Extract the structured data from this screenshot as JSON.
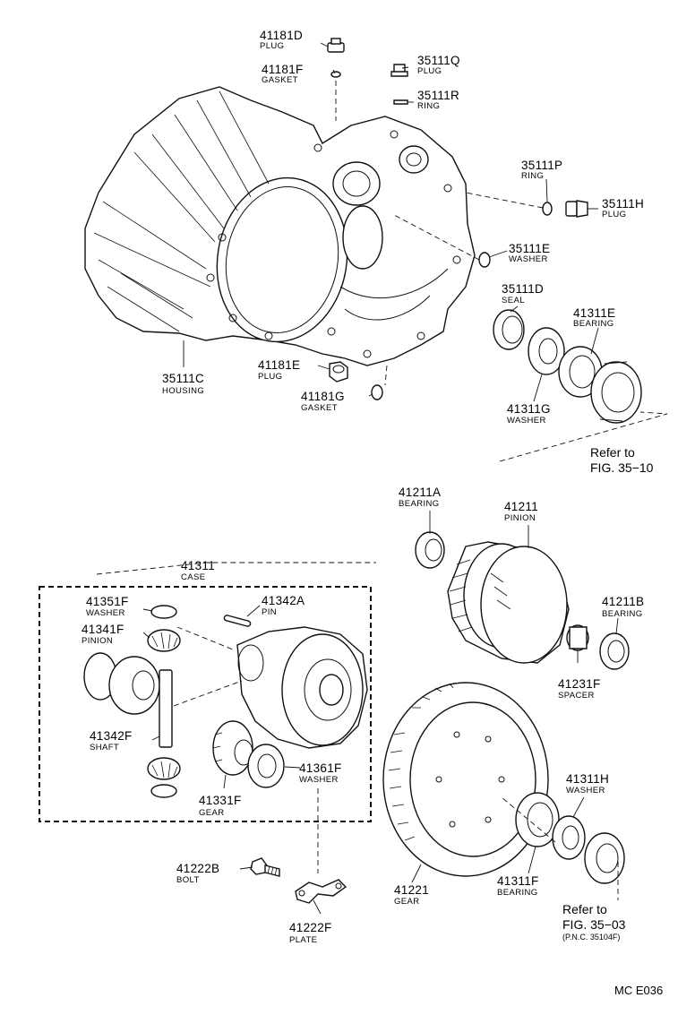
{
  "diagram_code": "MC E036",
  "parts": [
    {
      "part_no": "41181D",
      "name": "PLUG"
    },
    {
      "part_no": "41181F",
      "name": "GASKET"
    },
    {
      "part_no": "35111Q",
      "name": "PLUG"
    },
    {
      "part_no": "35111R",
      "name": "RING"
    },
    {
      "part_no": "35111P",
      "name": "RING"
    },
    {
      "part_no": "35111H",
      "name": "PLUG"
    },
    {
      "part_no": "35111E",
      "name": "WASHER"
    },
    {
      "part_no": "35111D",
      "name": "SEAL"
    },
    {
      "part_no": "41311E",
      "name": "BEARING"
    },
    {
      "part_no": "41311G",
      "name": "WASHER"
    },
    {
      "part_no": "35111C",
      "name": "HOUSING"
    },
    {
      "part_no": "41181E",
      "name": "PLUG"
    },
    {
      "part_no": "41181G",
      "name": "GASKET"
    },
    {
      "part_no": "41211A",
      "name": "BEARING"
    },
    {
      "part_no": "41211",
      "name": "PINION"
    },
    {
      "part_no": "41211B",
      "name": "BEARING"
    },
    {
      "part_no": "41231F",
      "name": "SPACER"
    },
    {
      "part_no": "41311",
      "name": "CASE"
    },
    {
      "part_no": "41351F",
      "name": "WASHER"
    },
    {
      "part_no": "41342A",
      "name": "PIN"
    },
    {
      "part_no": "41341F",
      "name": "PINION"
    },
    {
      "part_no": "41342F",
      "name": "SHAFT"
    },
    {
      "part_no": "41361F",
      "name": "WASHER"
    },
    {
      "part_no": "41331F",
      "name": "GEAR"
    },
    {
      "part_no": "41222B",
      "name": "BOLT"
    },
    {
      "part_no": "41222F",
      "name": "PLATE"
    },
    {
      "part_no": "41221",
      "name": "GEAR"
    },
    {
      "part_no": "41311F",
      "name": "BEARING"
    },
    {
      "part_no": "41311H",
      "name": "WASHER"
    }
  ],
  "references": [
    {
      "line1": "Refer to",
      "line2": "FIG. 35−10",
      "line3": ""
    },
    {
      "line1": "Refer to",
      "line2": "FIG. 35−03",
      "line3": "(P.N.C. 35104F)"
    }
  ]
}
